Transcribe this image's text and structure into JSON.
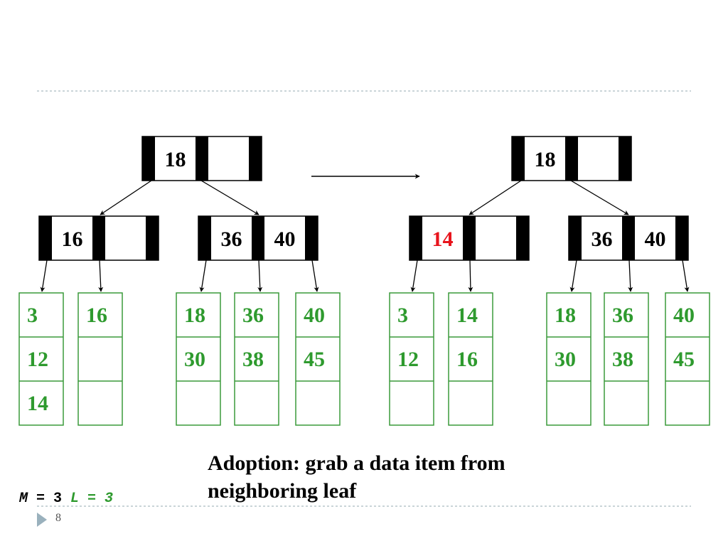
{
  "colors": {
    "leaf_border": "#3a9a3a",
    "leaf_text": "#2e9a2e",
    "highlight_key": "#e8141c",
    "separator": "#b9c6cc",
    "page_arrow": "#9ab1bd"
  },
  "before": {
    "root": {
      "keys": [
        "18",
        ""
      ]
    },
    "internal": [
      {
        "keys": [
          "16",
          ""
        ]
      },
      {
        "keys": [
          "36",
          "40"
        ]
      }
    ],
    "leaves": [
      [
        "3",
        "12",
        "14"
      ],
      [
        "16",
        "",
        ""
      ],
      [
        "18",
        "30",
        ""
      ],
      [
        "36",
        "38",
        ""
      ],
      [
        "40",
        "45",
        ""
      ]
    ]
  },
  "after": {
    "root": {
      "keys": [
        "18",
        ""
      ]
    },
    "internal": [
      {
        "keys": [
          "14",
          ""
        ],
        "highlight": [
          0
        ]
      },
      {
        "keys": [
          "36",
          "40"
        ]
      }
    ],
    "leaves": [
      [
        "3",
        "12",
        ""
      ],
      [
        "14",
        "16",
        ""
      ],
      [
        "18",
        "30",
        ""
      ],
      [
        "36",
        "38",
        ""
      ],
      [
        "40",
        "45",
        ""
      ]
    ]
  },
  "caption": {
    "line1": "Adoption: grab a data item from",
    "line2": "neighboring leaf"
  },
  "params": {
    "m_label": "M",
    "m_eq": " = 3 ",
    "l_text": "L = 3"
  },
  "page_number": "8",
  "page_arrow_icon": "triangle-right-icon"
}
